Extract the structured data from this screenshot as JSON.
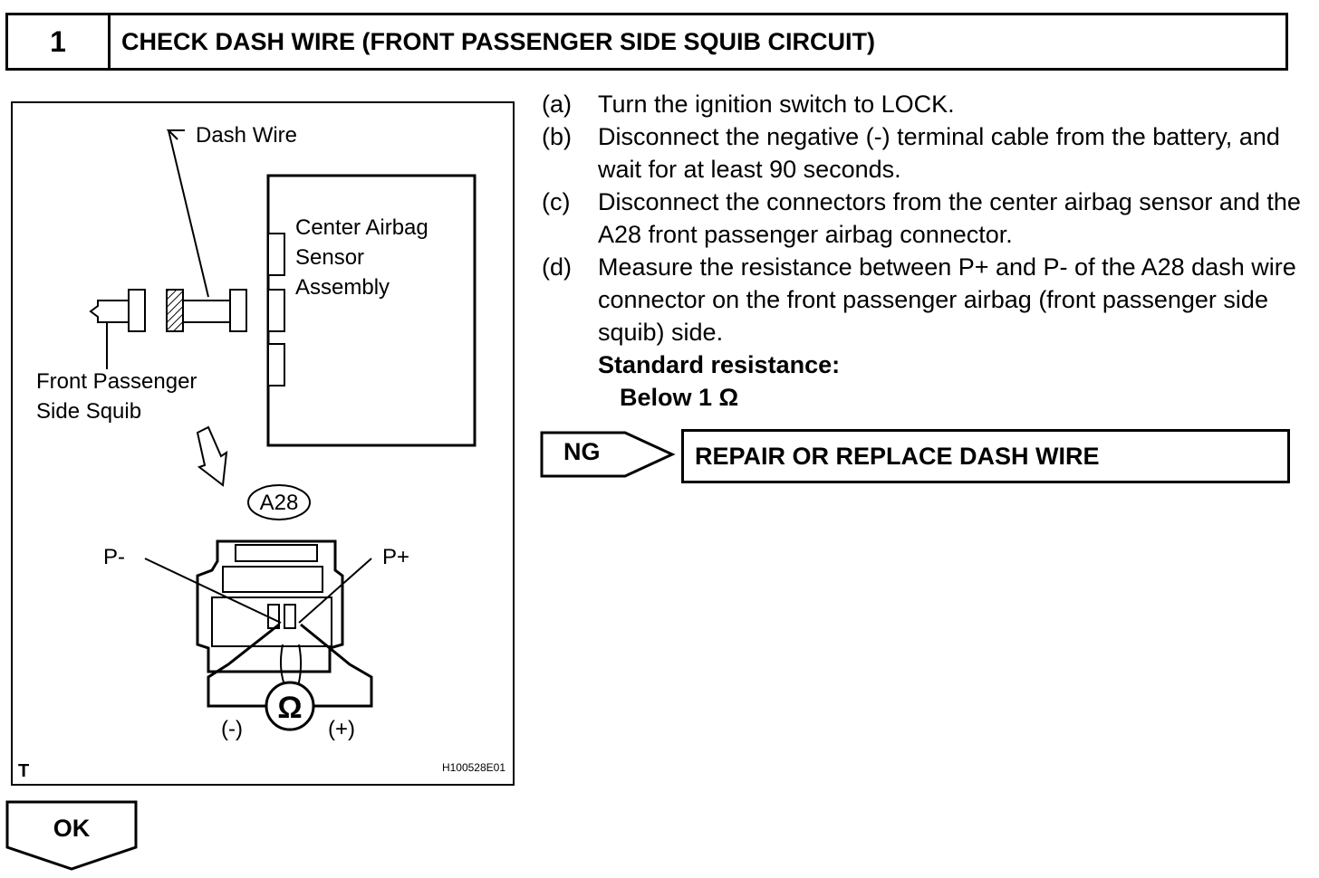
{
  "header": {
    "step_number": "1",
    "title": "CHECK DASH WIRE (FRONT PASSENGER SIDE SQUIB CIRCUIT)"
  },
  "figure": {
    "dash_wire": "Dash Wire",
    "sensor_line1": "Center Airbag",
    "sensor_line2": "Sensor",
    "sensor_line3": "Assembly",
    "squib_line1": "Front Passenger",
    "squib_line2": "Side Squib",
    "connector_id": "A28",
    "p_minus": "P-",
    "p_plus": "P+",
    "ohm_symbol": "Ω",
    "neg_label": "(-)",
    "pos_label": "(+)",
    "corner_mark": "T",
    "figure_code": "H100528E01"
  },
  "instructions": {
    "steps": [
      {
        "letter": "(a)",
        "text": "Turn the ignition switch to LOCK."
      },
      {
        "letter": "(b)",
        "text": "Disconnect the negative (-) terminal cable from the battery, and wait for at least 90 seconds."
      },
      {
        "letter": "(c)",
        "text": "Disconnect the connectors from the center airbag sensor and the A28 front passenger airbag connector."
      },
      {
        "letter": "(d)",
        "text": "Measure the resistance between P+ and P- of the A28 dash wire connector on the front passenger airbag (front passenger side squib) side."
      }
    ],
    "standard_label": "Standard resistance:",
    "standard_value": "Below 1 Ω"
  },
  "ng": {
    "label": "NG",
    "action": "REPAIR OR REPLACE DASH WIRE"
  },
  "ok": {
    "label": "OK"
  }
}
